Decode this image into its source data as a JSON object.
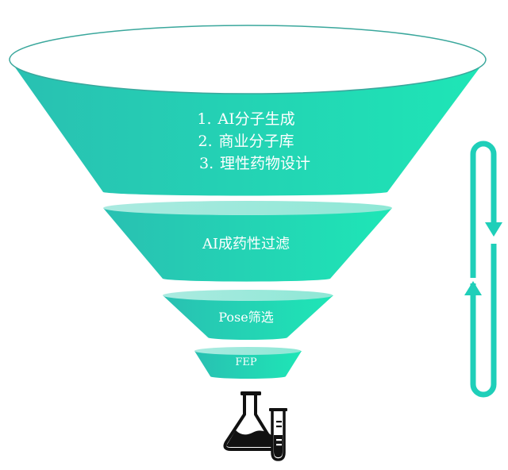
{
  "stages": [
    {
      "items": [
        {
          "num": "1.",
          "text": "AI分子生成"
        },
        {
          "num": "2.",
          "text": "商业分子库"
        },
        {
          "num": "3.",
          "text": "理性药物设计"
        }
      ]
    },
    {
      "label": "AI成药性过滤"
    },
    {
      "label": "Pose筛选"
    },
    {
      "label": "FEP"
    }
  ],
  "colors": {
    "funnel_left": "#29c0b2",
    "funnel_right": "#1ee6b6",
    "rim_outline": "#3aa79c",
    "loop_arrow": "#1fcfb9",
    "flask": "#111111"
  },
  "icons": [
    "cycle-arrow-icon",
    "lab-flask-icon"
  ]
}
